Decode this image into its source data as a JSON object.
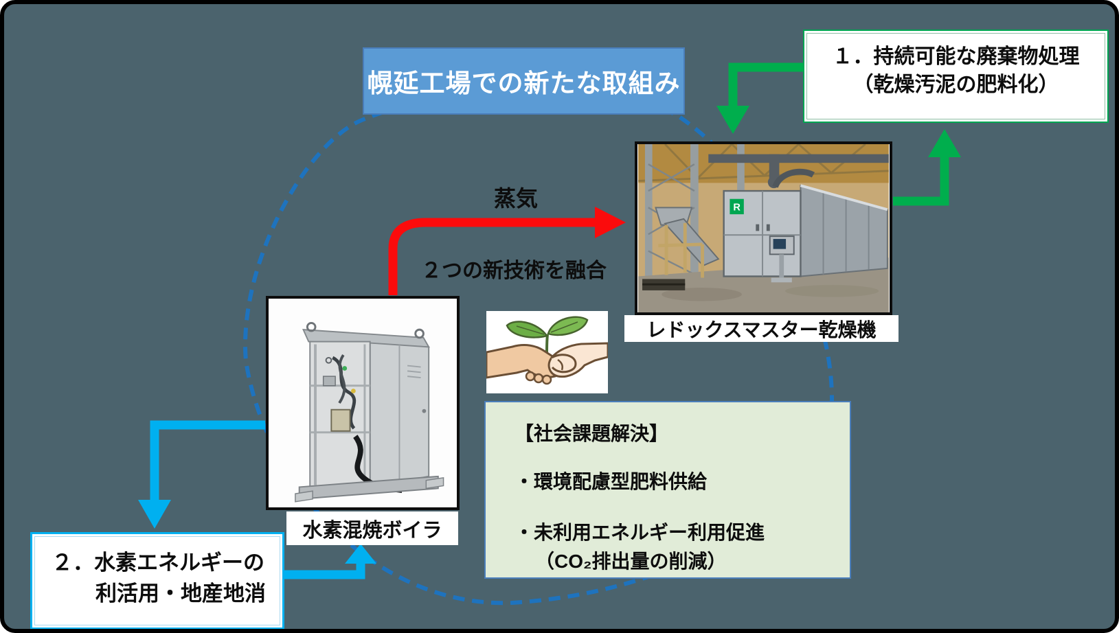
{
  "canvas": {
    "background_color": "#4b636d",
    "frame_color": "#000000"
  },
  "colors": {
    "red": "#fb0b0c",
    "green": "#00ae4d",
    "cyan": "#00b0f0",
    "circle_blue": "#1e73be",
    "title_bg": "#5b9bd5",
    "title_border": "#4a7ebb",
    "waste_border": "#00a651",
    "solution_bg": "#e1ecd8",
    "solution_border": "#4a7ebb"
  },
  "title": {
    "text": "幌延工場での新たな取組み"
  },
  "waste_box": {
    "line1": "１．持続可能な廃棄物処理",
    "line2": "（乾燥汚泥の肥料化）"
  },
  "hydrogen_box": {
    "line1": "２．水素エネルギーの",
    "line2": "利活用・地産地消"
  },
  "labels": {
    "steam": "蒸気",
    "fusion": "２つの新技術を融合"
  },
  "dryer": {
    "caption": "レドックスマスター乾燥機"
  },
  "boiler": {
    "caption": "水素混焼ボイラ"
  },
  "solution": {
    "heading": "【社会課題解決】",
    "bullet1": "・環境配慮型肥料供給",
    "bullet2": "・未利用エネルギー利用促進",
    "bullet2_sub": "（CO₂排出量の削減）"
  },
  "icons": {
    "handshake": "handshake-with-sprout-icon"
  }
}
